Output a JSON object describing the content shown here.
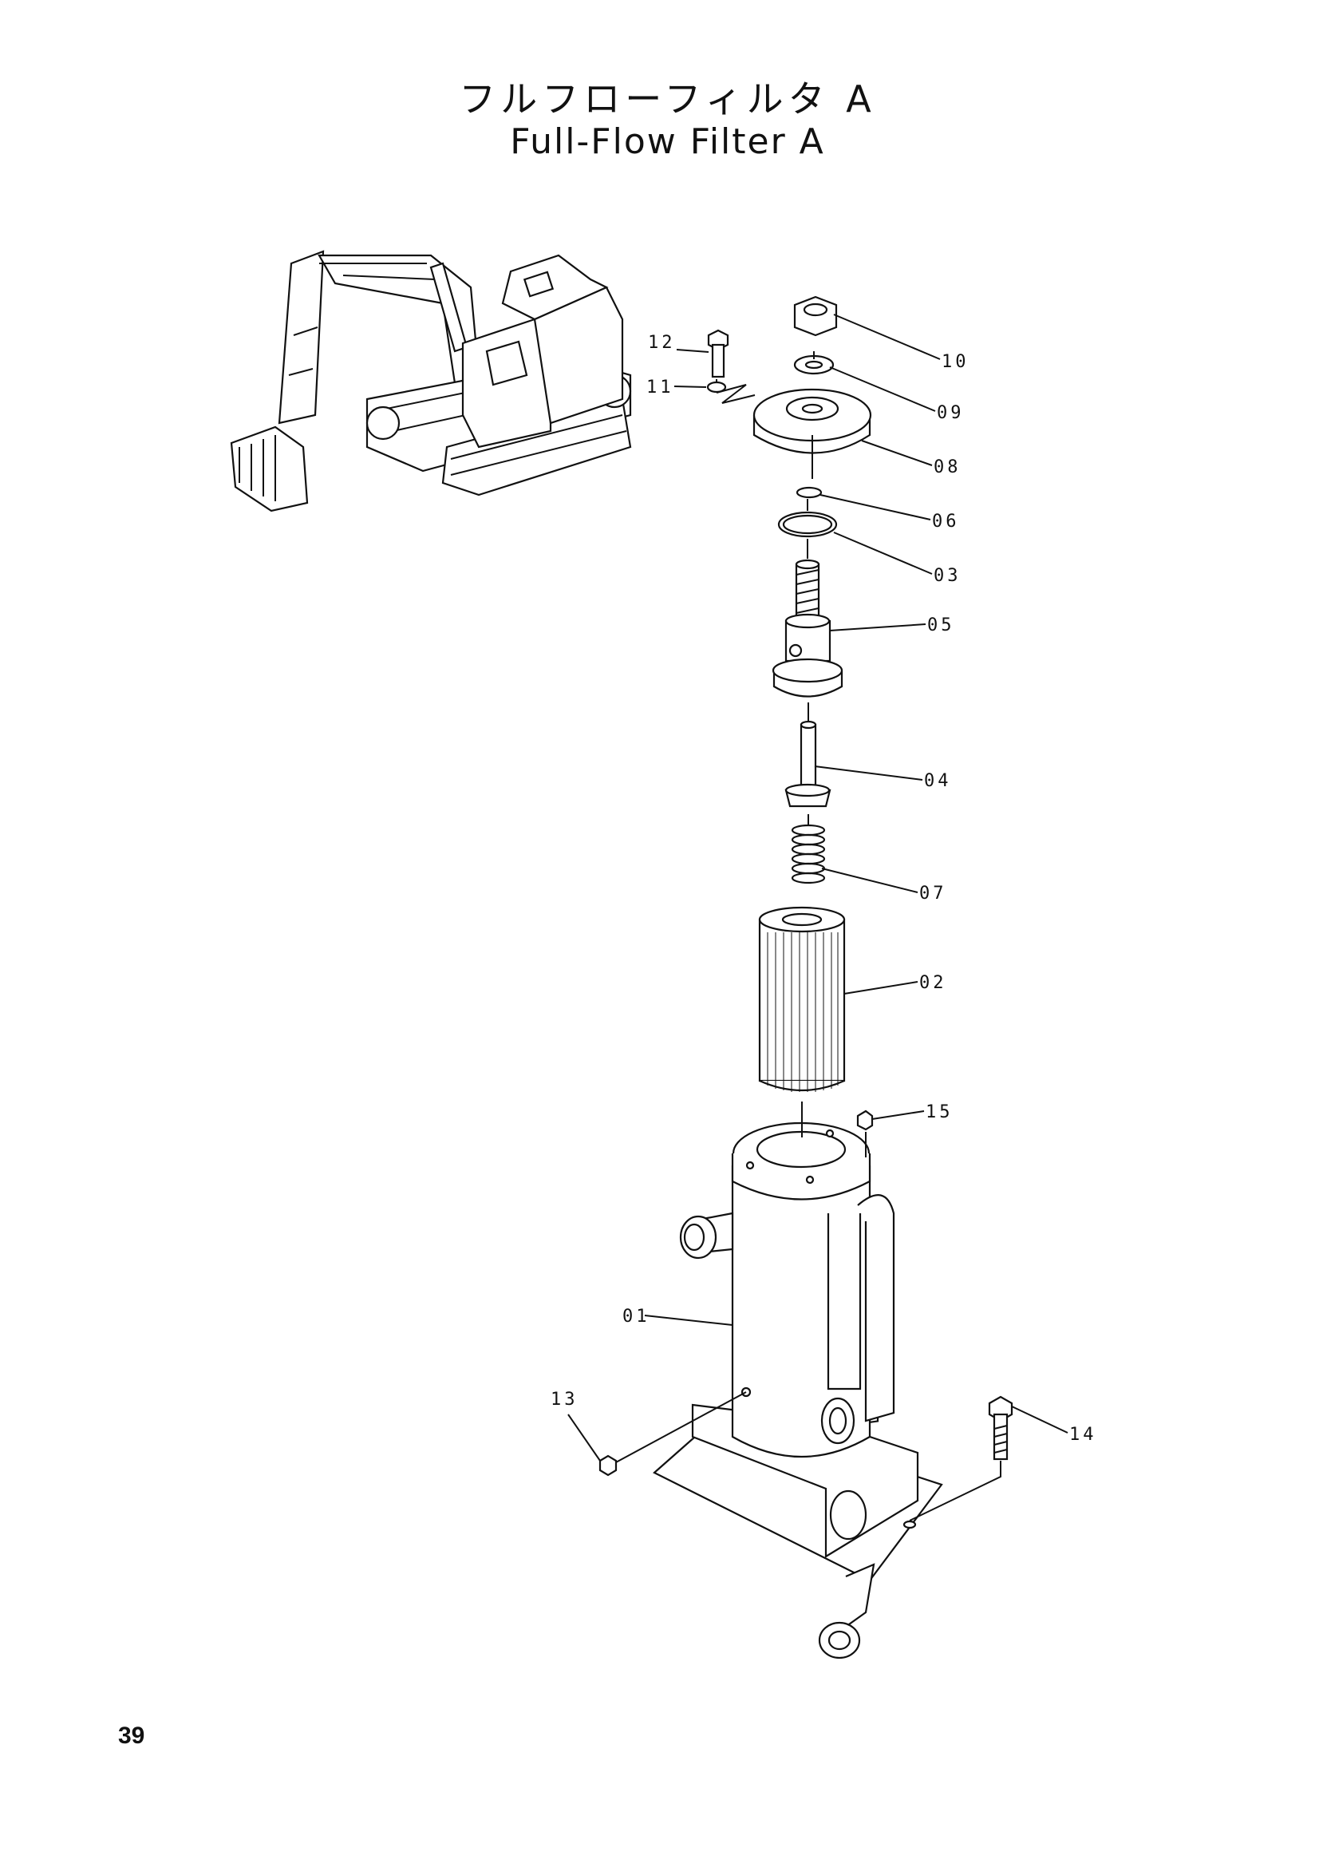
{
  "title": {
    "japanese": "フルフローフィルタ A",
    "english": "Full-Flow Filter A"
  },
  "page_number": "39",
  "callouts": {
    "c01": "01",
    "c02": "02",
    "c03": "03",
    "c04": "04",
    "c05": "05",
    "c06": "06",
    "c07": "07",
    "c08": "08",
    "c09": "09",
    "c10": "10",
    "c11": "11",
    "c12": "12",
    "c13": "13",
    "c14": "14",
    "c15": "15"
  },
  "colors": {
    "ink": "#111111",
    "paper": "#ffffff"
  }
}
